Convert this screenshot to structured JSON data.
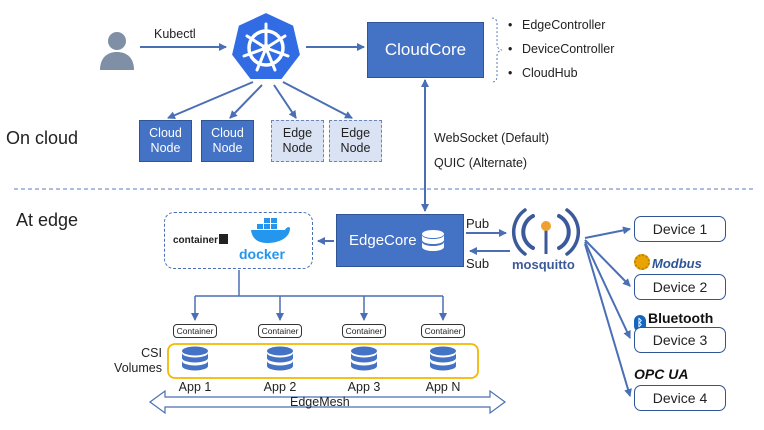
{
  "zones": {
    "cloud": "On cloud",
    "edge": "At edge"
  },
  "user": {
    "icon": "user-icon",
    "kubectl_label": "Kubectl"
  },
  "kubernetes": {
    "icon": "kubernetes-icon"
  },
  "cloudcore": {
    "title": "CloudCore",
    "components": [
      "EdgeController",
      "DeviceController",
      "CloudHub"
    ]
  },
  "nodes": [
    {
      "label": "Cloud\nNode",
      "kind": "cloud"
    },
    {
      "label": "Cloud\nNode",
      "kind": "cloud"
    },
    {
      "label": "Edge\nNode",
      "kind": "edge"
    },
    {
      "label": "Edge\nNode",
      "kind": "edge"
    }
  ],
  "link": {
    "primary": "WebSocket (Default)",
    "alternate": "QUIC (Alternate)"
  },
  "edgecore": {
    "title": "EdgeCore",
    "icon": "database-icon"
  },
  "runtime": {
    "containerd_label": "container",
    "docker_label": "docker"
  },
  "mqtt": {
    "pub": "Pub",
    "sub": "Sub",
    "broker": "mosquitto"
  },
  "devices": [
    {
      "label": "Device 1",
      "protocol": ""
    },
    {
      "label": "Device 2",
      "protocol": "Modbus"
    },
    {
      "label": "Device 3",
      "protocol": "Bluetooth"
    },
    {
      "label": "Device 4",
      "protocol": "OPC UA"
    }
  ],
  "csi_label": "CSI\nVolumes",
  "container_badge": "Container",
  "apps": [
    "App 1",
    "App 2",
    "App 3",
    "App N"
  ],
  "edgemesh": "EdgeMesh",
  "colors": {
    "primary": "#4472c4",
    "edge_node_fill": "#dae3f3",
    "csi_band": "#f2b800",
    "arrow": "#2f5597"
  }
}
